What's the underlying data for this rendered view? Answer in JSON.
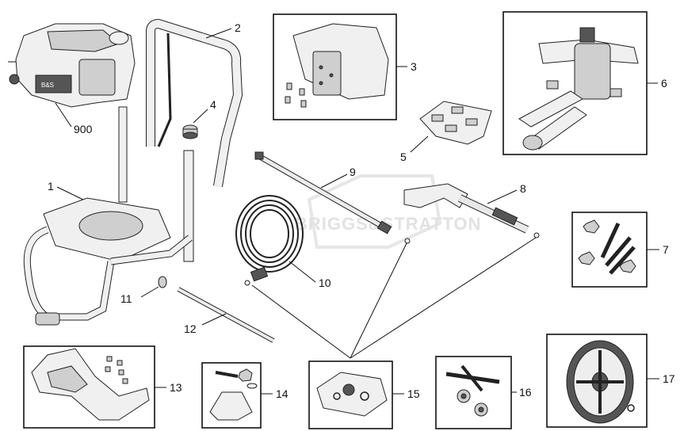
{
  "watermark": {
    "text": "BRIGGS&STRATTON"
  },
  "callouts": {
    "c900": "900",
    "c1": "1",
    "c2": "2",
    "c3": "3",
    "c4": "4",
    "c5": "5",
    "c6": "6",
    "c7": "7",
    "c8": "8",
    "c9": "9",
    "c10": "10",
    "c11": "11",
    "c12": "12",
    "c13": "13",
    "c14": "14",
    "c15": "15",
    "c16": "16",
    "c17": "17"
  },
  "engine_badge": "B&S"
}
